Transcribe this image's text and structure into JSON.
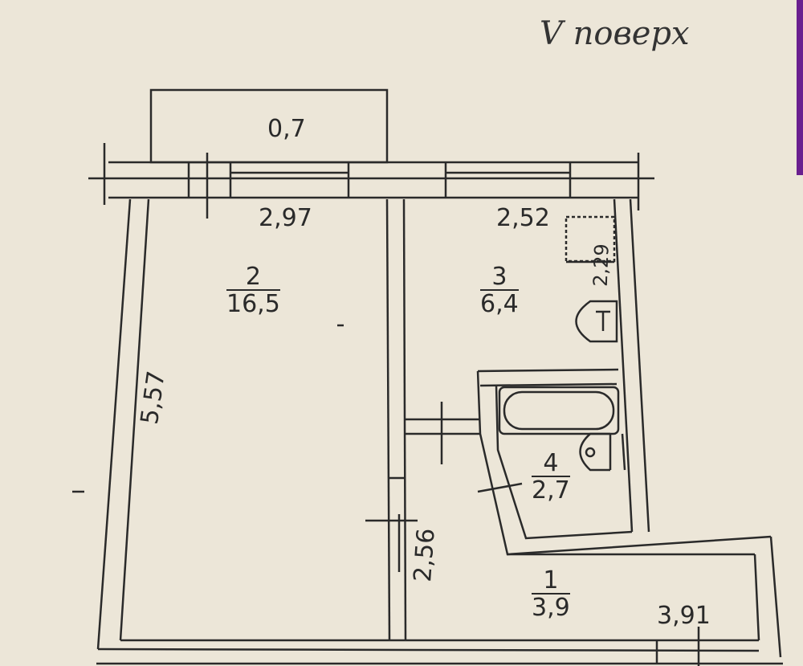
{
  "header": {
    "floor_note": "V поверх"
  },
  "balcony": {
    "area": "0,7"
  },
  "dimensions": {
    "room2_width": "2,97",
    "room3_width": "2,52",
    "height_left": "5,57",
    "corridor_height": "2,56",
    "corridor_length": "3,91",
    "small_dim": "2,29"
  },
  "rooms": [
    {
      "number": "2",
      "area": "16,5"
    },
    {
      "number": "3",
      "area": "6,4"
    },
    {
      "number": "4",
      "area": "2,7"
    },
    {
      "number": "1",
      "area": "3,9"
    }
  ],
  "colors": {
    "paper": "#ece6d8",
    "ink": "#2a2a2a",
    "strip": "#6a1f8f"
  }
}
